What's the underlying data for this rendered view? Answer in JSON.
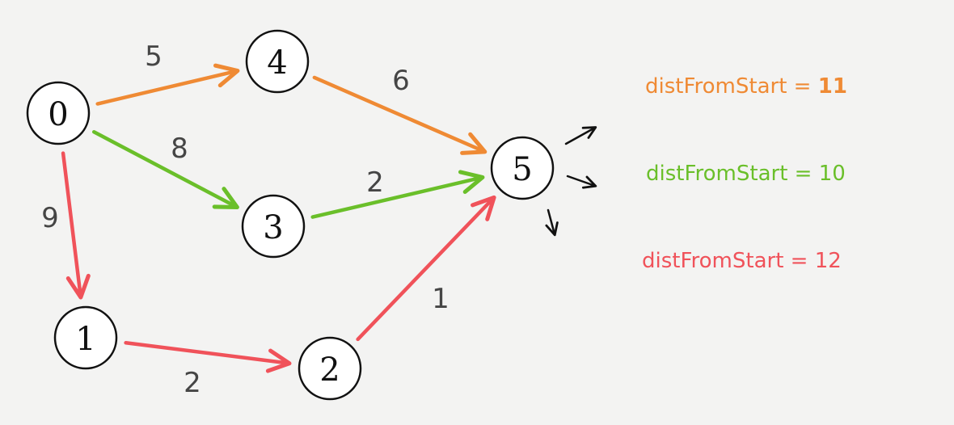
{
  "colors": {
    "orange": "#ef8a34",
    "green": "#6abf2a",
    "red": "#f0525a",
    "black": "#111111"
  },
  "nodes": [
    {
      "id": "0",
      "label": "0"
    },
    {
      "id": "4",
      "label": "4"
    },
    {
      "id": "3",
      "label": "3"
    },
    {
      "id": "5",
      "label": "5"
    },
    {
      "id": "1",
      "label": "1"
    },
    {
      "id": "2",
      "label": "2"
    }
  ],
  "edges": [
    {
      "from": "0",
      "to": "4",
      "weight": "5",
      "color": "orange"
    },
    {
      "from": "4",
      "to": "5",
      "weight": "6",
      "color": "orange"
    },
    {
      "from": "0",
      "to": "3",
      "weight": "8",
      "color": "green"
    },
    {
      "from": "3",
      "to": "5",
      "weight": "2",
      "color": "green"
    },
    {
      "from": "0",
      "to": "1",
      "weight": "9",
      "color": "red"
    },
    {
      "from": "1",
      "to": "2",
      "weight": "2",
      "color": "red"
    },
    {
      "from": "2",
      "to": "5",
      "weight": "1",
      "color": "red"
    }
  ],
  "outgoing_arrows": 3,
  "distances": [
    {
      "label": "distFromStart",
      "eq": "=",
      "value": "11",
      "color": "orange",
      "bold": true
    },
    {
      "label": "distFromStart",
      "eq": "=",
      "value": "10",
      "color": "green",
      "bold": false
    },
    {
      "label": "distFromStart",
      "eq": "=",
      "value": "12",
      "color": "red",
      "bold": false
    }
  ]
}
